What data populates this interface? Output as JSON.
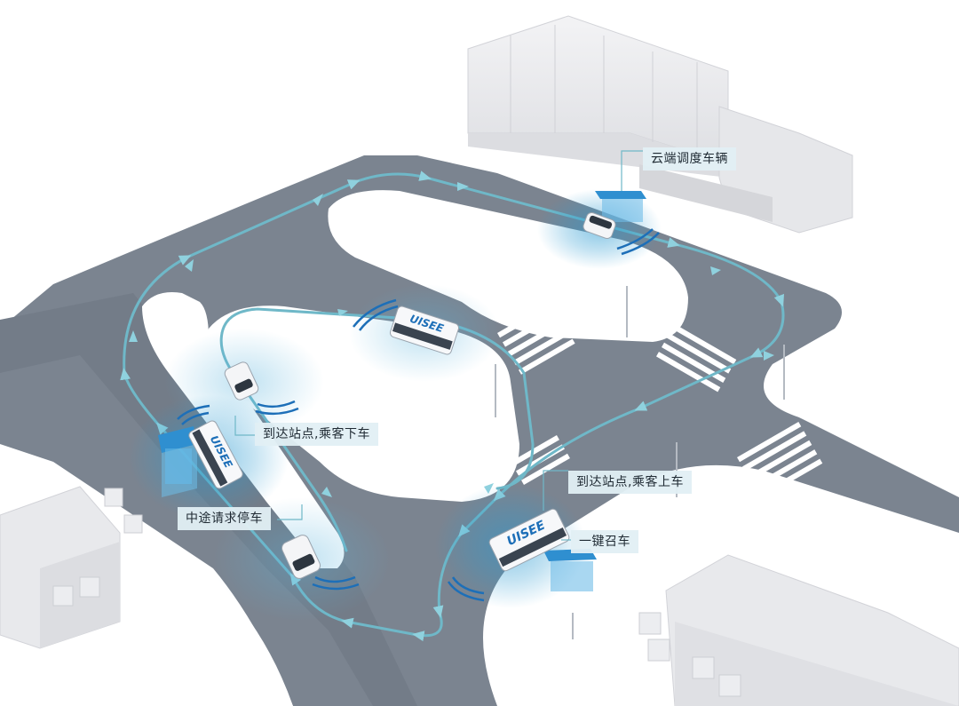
{
  "brand": {
    "vehicle_logo": "UISEE"
  },
  "callouts": {
    "cloud_dispatch": "云端调度车辆",
    "arrive_drop_off": "到达站点,乘客下车",
    "arrive_pick_up": "到达站点,乘客上车",
    "midway_stop": "中途请求停车",
    "one_key_hail": "一键召车"
  },
  "colors": {
    "road": "#7b8490",
    "road_edge": "#6c7580",
    "ground": "#ffffff",
    "route_line": "#6fb8c8",
    "sensor_glow": "#2b9ad1",
    "sensor_wave": "#1d6fb8",
    "shelter": "#2f8fd0",
    "building": "#ececee",
    "callout_bg": "#e2eff4"
  }
}
